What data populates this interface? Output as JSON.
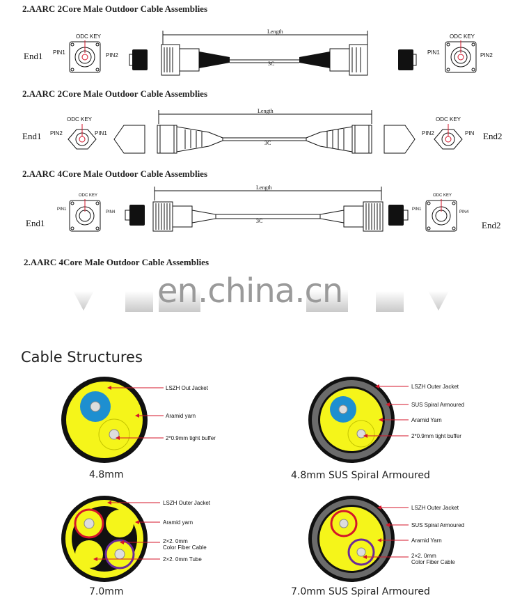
{
  "sections": [
    {
      "title": "2.AARC 2Core Male Outdoor Cable Assemblies",
      "end1": "End1",
      "end2": "",
      "key": "ODC KEY",
      "pin_a": "PIN1",
      "pin_b": "PIN2",
      "length": "Length"
    },
    {
      "title": "2.AARC 2Core Male Outdoor Cable Assemblies",
      "end1": "End1",
      "end2": "End2",
      "key": "ODC KEY",
      "pin_a": "PIN2",
      "pin_b": "PIN1",
      "pin_b_right": "PIN",
      "length": "Length"
    },
    {
      "title": "2.AARC 4Core Male Outdoor Cable Assemblies",
      "end1": "End1",
      "end2": "End2",
      "key": "ODC KEY",
      "pin_a": "PIN1",
      "pin_b": "PIN4",
      "length": "Length"
    },
    {
      "title": "2.AARC 4Core Male Outdoor Cable Assemblies"
    }
  ],
  "watermark": "en.china.cn",
  "cable_structures": {
    "heading": "Cable Structures",
    "items": [
      {
        "caption": "4.8mm",
        "labels": [
          "LSZH Out Jacket",
          "Aramid yarn",
          "2*0.9mm tight buffer"
        ]
      },
      {
        "caption": "4.8mm SUS Spiral Armoured",
        "labels": [
          "LSZH Outer Jacket",
          "SUS Spiral Armoured",
          "Aramid Yarn",
          "2*0.9mm tight buffer"
        ]
      },
      {
        "caption": "7.0mm",
        "labels": [
          "LSZH Outer Jacket",
          "Aramid yarn",
          "2×2. 0mm",
          "Color Fiber Cable",
          "2×2. 0mm Tube"
        ]
      },
      {
        "caption": "7.0mm SUS Spiral Armoured",
        "labels": [
          "LSZH Outer Jacket",
          "SUS Spiral Armoured",
          "Aramid Yarn",
          "2×2. 0mm",
          "Color Fiber Cable"
        ]
      }
    ]
  },
  "colors": {
    "jacket": "#111111",
    "yellow": "#f5f51a",
    "blue": "#1e8fd0",
    "armour": "#6b6b6b",
    "red": "#d4152a",
    "purple": "#6a2a9a",
    "leader": "#d4152a"
  }
}
